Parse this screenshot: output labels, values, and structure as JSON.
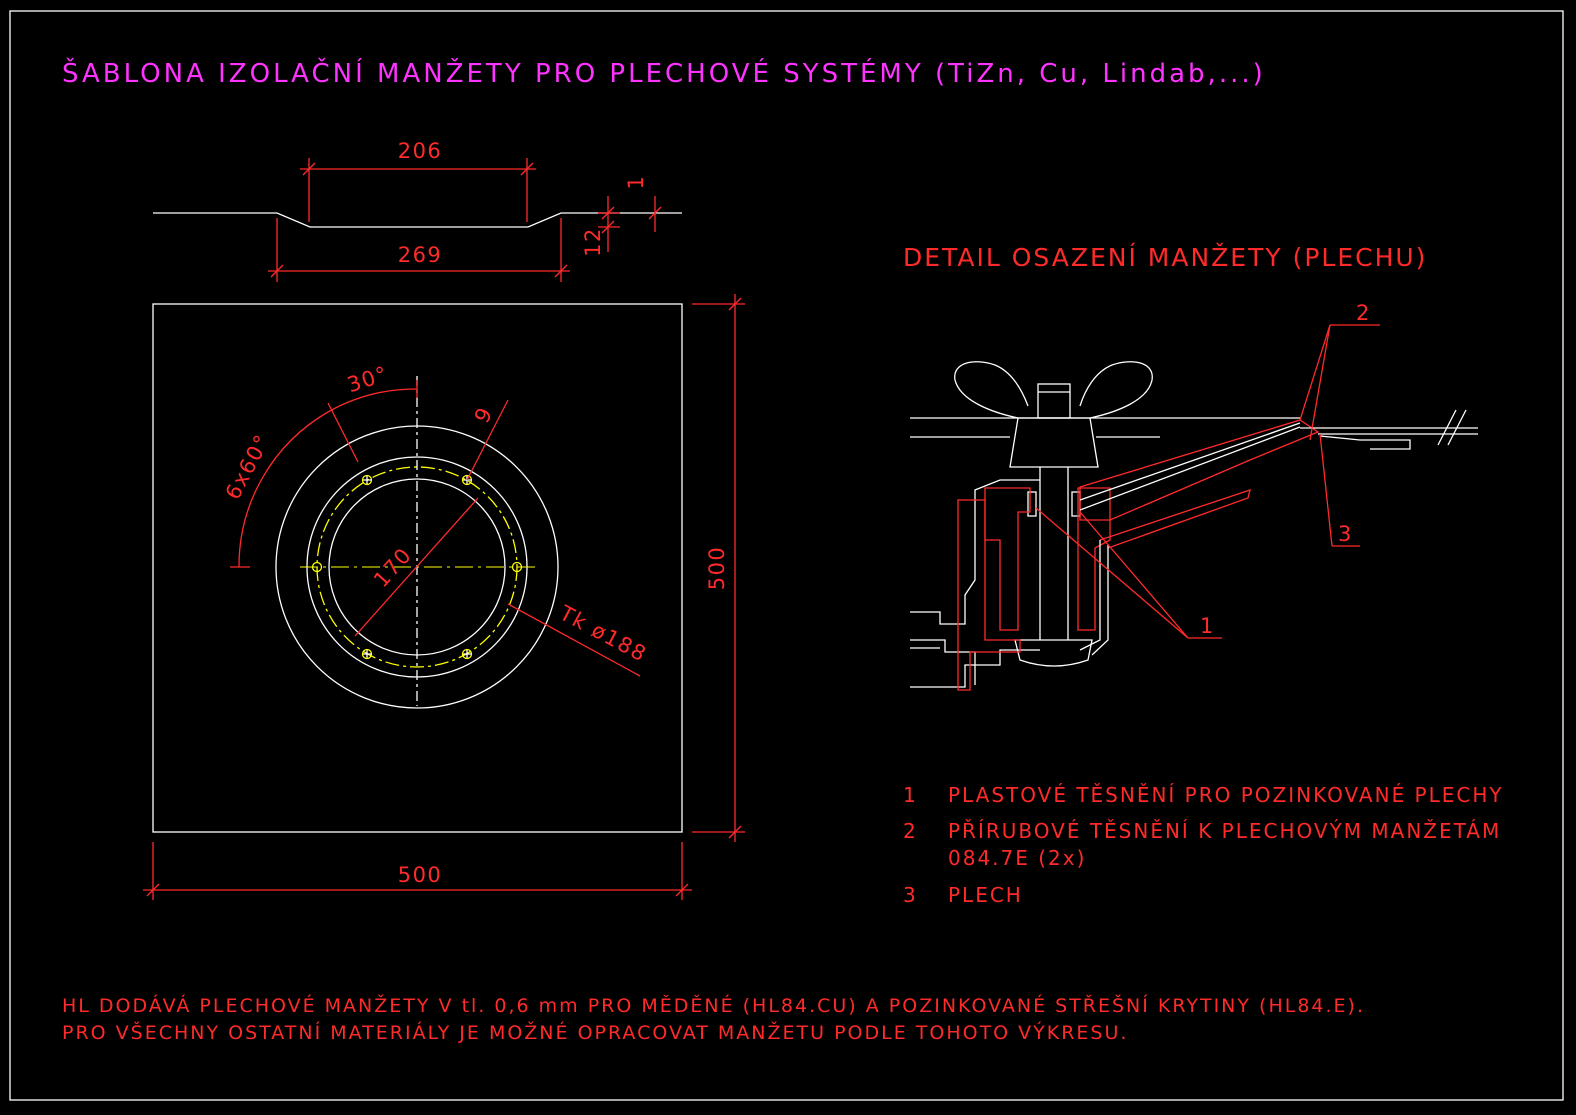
{
  "title": "ŠABLONA IZOLAČNÍ MANŽETY PRO PLECHOVÉ SYSTÉMY (TiZn, Cu, Lindab,...)",
  "detail_title": "DETAIL OSAZENÍ MANŽETY (PLECHU)",
  "dimensions": {
    "top_width": "206",
    "bottom_width": "269",
    "depth": "12",
    "thickness": "1",
    "angle": "30°",
    "holes_angle": "6x60°",
    "hole_dia": "9",
    "inner_dia": "170",
    "bolt_circle": "Tk ø188",
    "plate_height": "500",
    "plate_width": "500"
  },
  "callouts": {
    "c1": "1",
    "c2": "2",
    "c3": "3"
  },
  "legend": [
    {
      "num": "1",
      "text": "PLASTOVÉ TĚSNĚNÍ PRO POZINKOVANÉ PLECHY",
      "text2": ""
    },
    {
      "num": "2",
      "text": "PŘÍRUBOVÉ TĚSNĚNÍ K PLECHOVÝM MANŽETÁM",
      "text2": "084.7E (2x)"
    },
    {
      "num": "3",
      "text": "PLECH",
      "text2": ""
    }
  ],
  "notes": [
    "HL DODÁVÁ PLECHOVÉ MANŽETY V tl. 0,6 mm PRO MĚDĚNÉ (HL84.CU) A POZINKOVANÉ STŘEŠNÍ KRYTINY (HL84.E).",
    "PRO VŠECHNY OSTATNÍ MATERIÁLY JE MOŽNÉ OPRACOVAT MANŽETU PODLE TOHOTO VÝKRESU."
  ],
  "colors": {
    "background": "#000000",
    "title": "#ff33ff",
    "annotation": "#ff2a2a",
    "geometry": "#ffffff",
    "centerline": "#ffff00"
  }
}
